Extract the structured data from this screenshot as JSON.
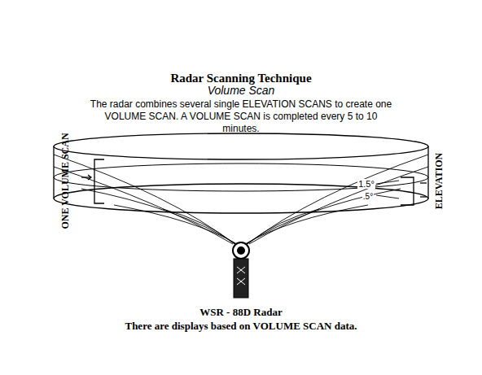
{
  "diagram": {
    "title": "Radar Scanning Technique",
    "caption": "There are displays based on VOLUME SCAN data.",
    "labels": [
      "Volume Scan",
      "The radar combines several single ELEVATION SCANS to create one VOLUME SCAN. A VOLUME SCAN is completed every 5 to 10 minutes.",
      "ONE VOLUME SCAN",
      "1.5°",
      ".5°",
      "ELEVATION",
      "WSR - 88D Radar"
    ]
  }
}
